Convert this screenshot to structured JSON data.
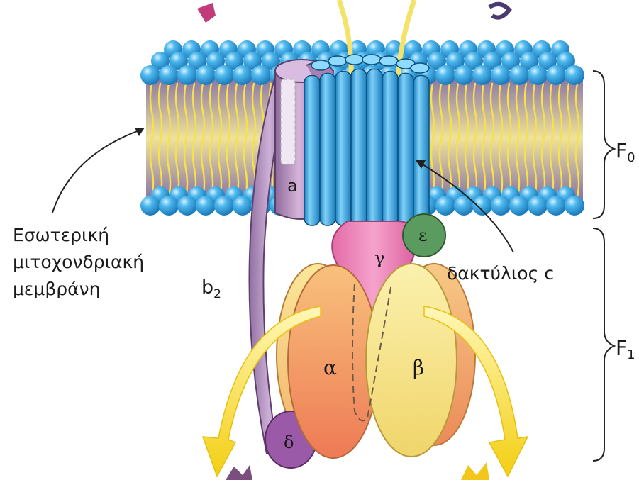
{
  "labels": {
    "membrane_line1": "Εσωτερική",
    "membrane_line2": "μιτοχονδριακή",
    "membrane_line3": "μεμβράνη",
    "f0": "F",
    "f0_sub": "0",
    "f1": "F",
    "f1_sub": "1",
    "ring_c": "δακτύλιος c",
    "subunit_a": "a",
    "b2": "b",
    "b2_sub": "2",
    "gamma": "γ",
    "epsilon": "ε",
    "alpha": "α",
    "beta": "β",
    "delta": "δ"
  },
  "colors": {
    "head_blue": "#3aa6df",
    "membrane_purple": "#8b73b0",
    "membrane_yellow": "#f1e27a",
    "ring_blue": "#3ba9e3",
    "subunit_a_purple": "#b58bbd",
    "gamma_pink": "#e77bb2",
    "epsilon_green": "#5b9a5f",
    "alpha_orange": "#f3a164",
    "beta_yellow": "#f4e486",
    "delta_purple": "#9a5aa6",
    "arrow_yellow": "#f6d21b"
  }
}
